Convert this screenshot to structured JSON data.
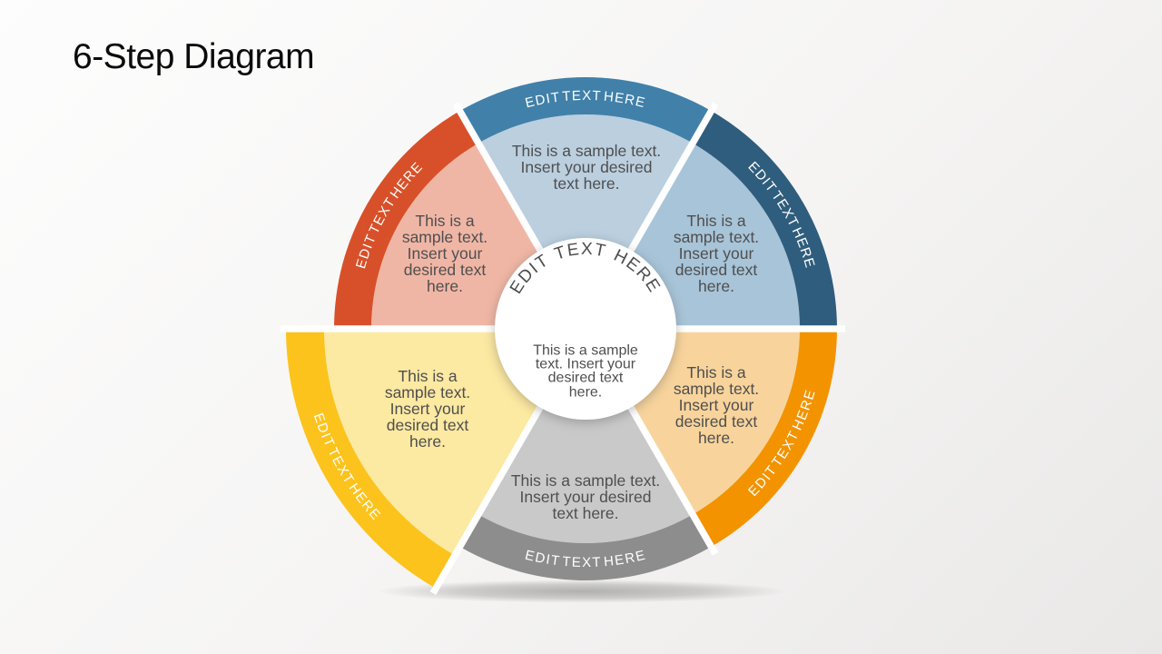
{
  "slide": {
    "title": "6-Step Diagram"
  },
  "colors": {
    "background_start": "#fdfdfd",
    "background_end": "#e9e8e7",
    "body_text": "#4f4f4f",
    "band_label": "#ffffff",
    "center_text": "#4d4d4d",
    "center_circle": "#ffffff"
  },
  "center": {
    "curved_label": "EDIT TEXT HERE",
    "body_lines": [
      "This is a sample",
      "text. Insert your",
      "desired text",
      "here."
    ]
  },
  "segments": [
    {
      "position": "top",
      "band_label": "EDIT TEXT HERE",
      "band_color": "#4180a9",
      "sector_color": "#bbcfdf",
      "body_lines": [
        "This is a sample text.",
        "Insert your desired",
        "text here."
      ]
    },
    {
      "position": "top-right",
      "band_label": "EDIT TEXT HERE",
      "band_color": "#2f5d7d",
      "sector_color": "#a8c4d8",
      "body_lines": [
        "This is a",
        "sample text.",
        "Insert your",
        "desired text",
        "here."
      ]
    },
    {
      "position": "bottom-right",
      "band_label": "EDIT TEXT HERE",
      "band_color": "#f39300",
      "sector_color": "#f8d49c",
      "body_lines": [
        "This is a",
        "sample text.",
        "Insert your",
        "desired text",
        "here."
      ]
    },
    {
      "position": "bottom",
      "band_label": "EDIT TEXT HERE",
      "band_color": "#8d8d8d",
      "sector_color": "#c9c9c9",
      "body_lines": [
        "This is a sample text.",
        "Insert your desired",
        "text here."
      ]
    },
    {
      "position": "bottom-left",
      "band_label": "EDIT TEXT HERE",
      "band_color": "#fcc31d",
      "sector_color": "#fce9a2",
      "body_lines": [
        "This is a",
        "sample text.",
        "Insert your",
        "desired text",
        "here."
      ]
    },
    {
      "position": "top-left",
      "band_label": "EDIT TEXT HERE",
      "band_color": "#d85029",
      "sector_color": "#f0b6a5",
      "body_lines": [
        "This is a",
        "sample text.",
        "Insert your",
        "desired text",
        "here."
      ]
    }
  ]
}
